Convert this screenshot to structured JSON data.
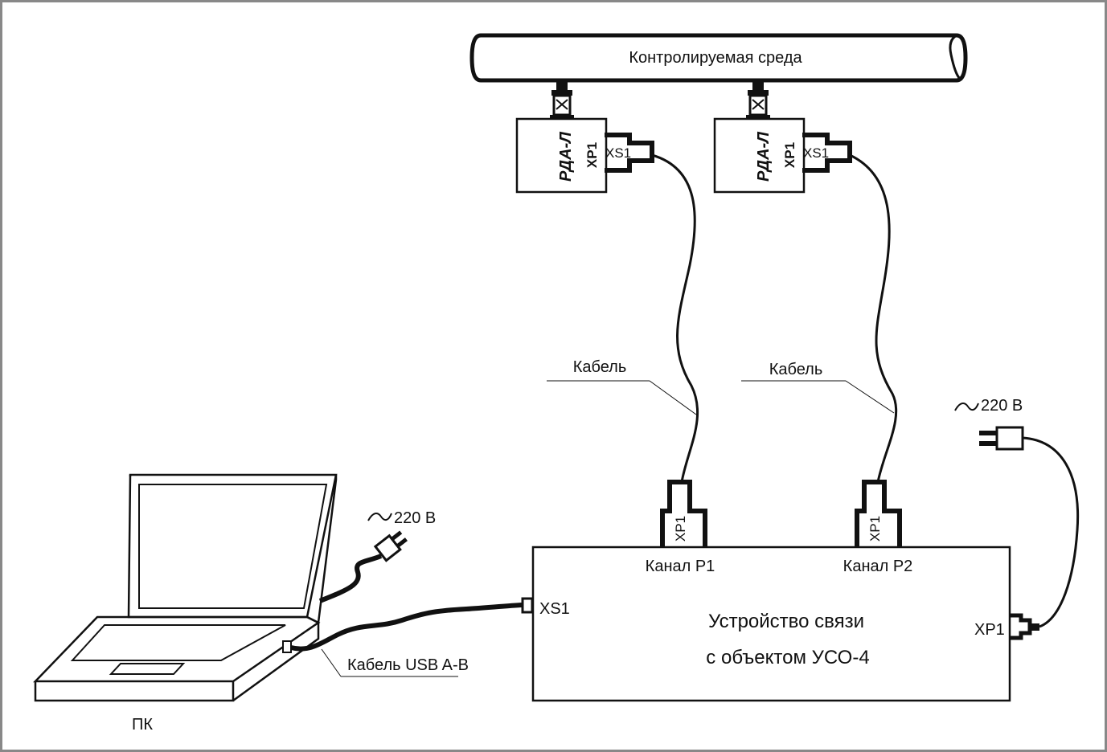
{
  "pipe": {
    "label": "Контролируемая среда"
  },
  "sensors": [
    {
      "name": "РДА-Л",
      "connector_xp": "XP1",
      "connector_xs": "XS1"
    },
    {
      "name": "РДА-Л",
      "connector_xp": "XP1",
      "connector_xs": "XS1"
    }
  ],
  "cables": {
    "left_label": "Кабель",
    "right_label": "Кабель",
    "usb_label": "Кабель USB A-B"
  },
  "device": {
    "title_line1": "Устройство связи",
    "title_line2": "с объектом УСО-4",
    "channel1": "Канал P1",
    "channel2": "Канал P2",
    "channel1_plug": "XP1",
    "channel2_plug": "XP1",
    "usb_port": "XS1",
    "power_port": "XP1"
  },
  "power": {
    "device_supply": "220 В",
    "pc_supply": "220 В"
  },
  "pc": {
    "label": "ПК"
  },
  "colors": {
    "ink": "#111111",
    "background": "#ffffff",
    "frame": "#888888"
  }
}
